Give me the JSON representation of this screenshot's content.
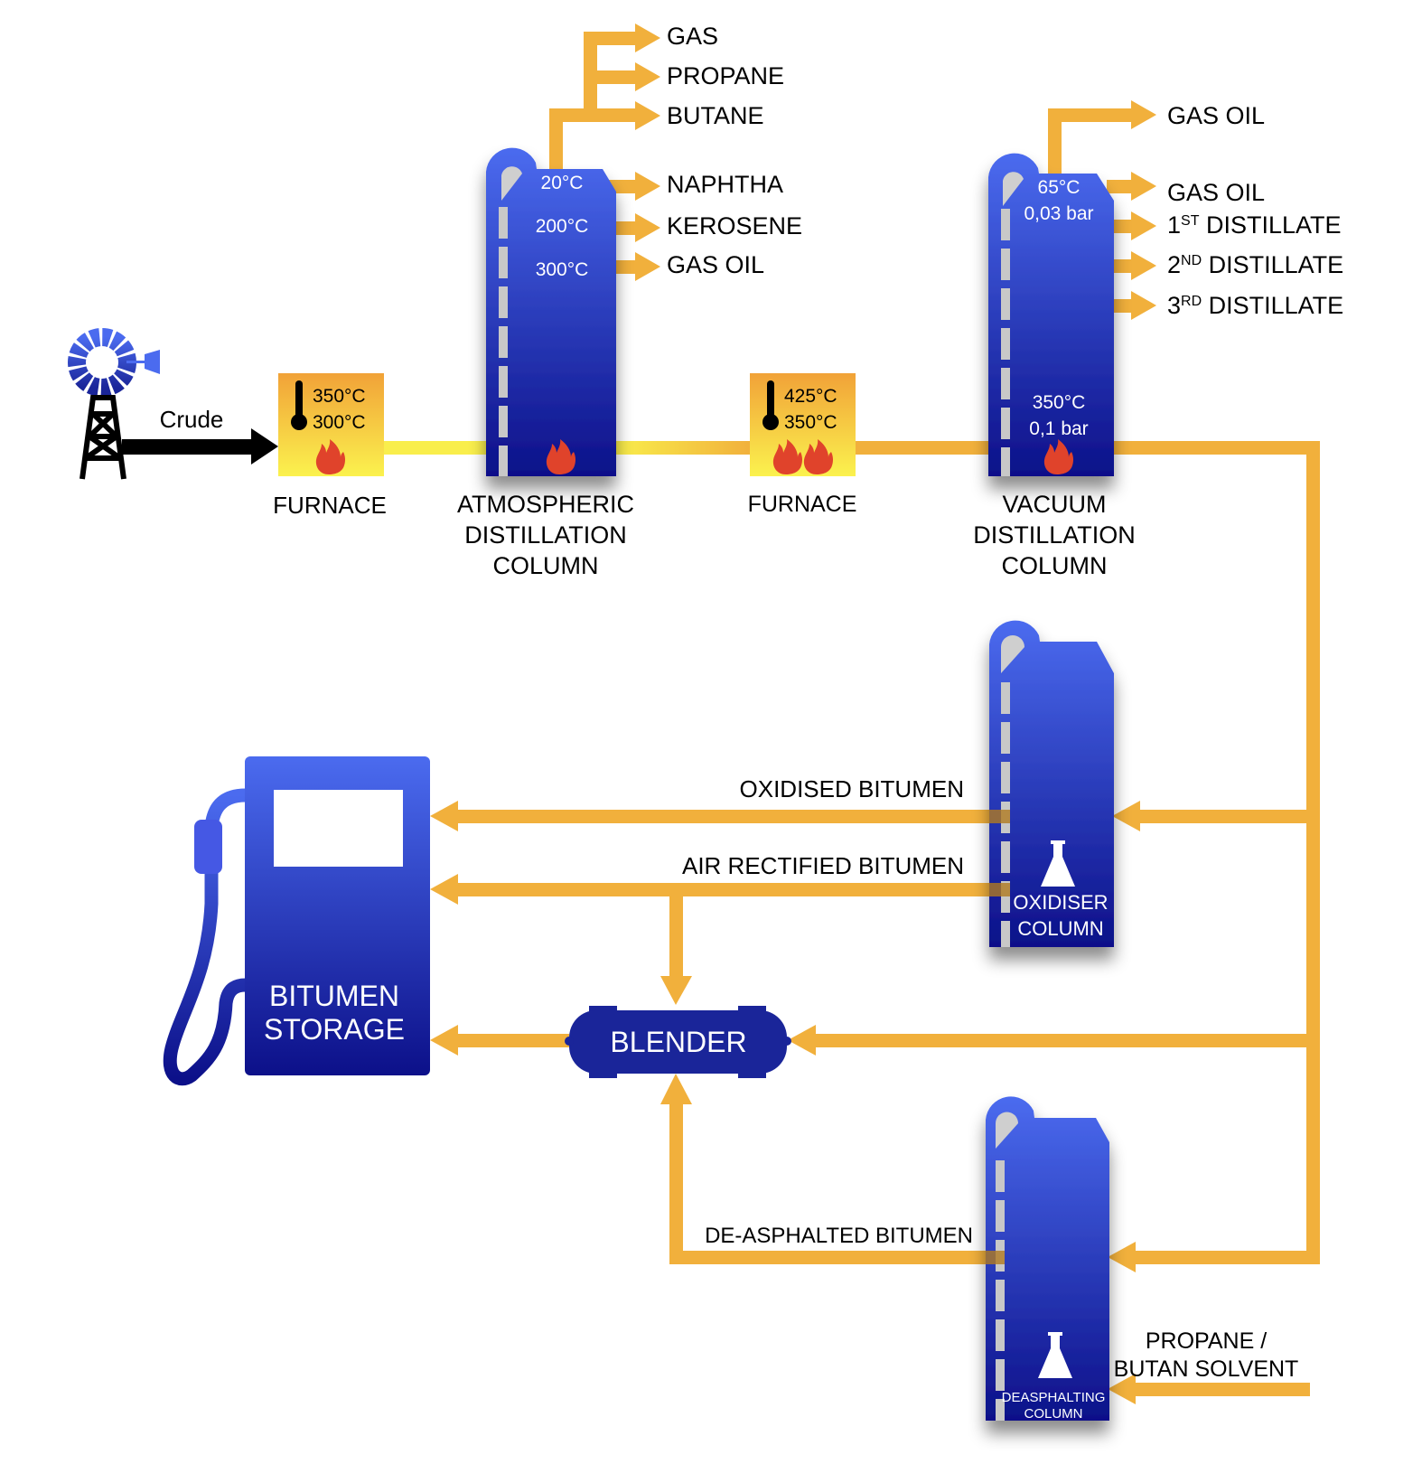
{
  "colors": {
    "flow": "#F1B03C",
    "flow_light": "#F9EE4C",
    "crude": "#000000",
    "column_top": "#4B6BEF",
    "column_bottom": "#0C1089",
    "blender": "#1A2599",
    "furnace_top": "#F1A238",
    "furnace_bottom": "#FBF24E",
    "flame": "#E0432B",
    "text": "#000000"
  },
  "crude": {
    "label": "Crude"
  },
  "furnace1": {
    "temp_high": "350°C",
    "temp_low": "300°C",
    "label": "FURNACE",
    "flames": 1
  },
  "atmospheric_column": {
    "label_lines": [
      "ATMOSPHERIC",
      "DISTILLATION",
      "COLUMN"
    ],
    "temps": [
      "20°C",
      "200°C",
      "300°C"
    ],
    "top_products": [
      "GAS",
      "PROPANE",
      "BUTANE"
    ],
    "side_products": [
      "NAPHTHA",
      "KEROSENE",
      "GAS OIL"
    ]
  },
  "furnace2": {
    "temp_high": "425°C",
    "temp_low": "350°C",
    "label": "FURNACE",
    "flames": 2
  },
  "vacuum_column": {
    "label_lines": [
      "VACUUM",
      "DISTILLATION",
      "COLUMN"
    ],
    "top_temp": "65°C",
    "top_pressure": "0,03 bar",
    "bottom_temp": "350°C",
    "bottom_pressure": "0,1 bar",
    "top_product": "GAS OIL",
    "side_products": [
      {
        "num": "",
        "sup": "",
        "text": "GAS OIL"
      },
      {
        "num": "1",
        "sup": "ST",
        "text": " DISTILLATE"
      },
      {
        "num": "2",
        "sup": "ND",
        "text": " DISTILLATE"
      },
      {
        "num": "3",
        "sup": "RD",
        "text": " DISTILLATE"
      }
    ]
  },
  "oxidiser_column": {
    "label_lines": [
      "OXIDISER",
      "COLUMN"
    ]
  },
  "deasphalting_column": {
    "label_lines": [
      "DEASPHALTING",
      "COLUMN"
    ]
  },
  "flows": {
    "oxidised_bitumen": "OXIDISED BITUMEN",
    "air_rectified_bitumen": "AIR RECTIFIED BITUMEN",
    "deasphalted_bitumen": "DE-ASPHALTED BITUMEN",
    "solvent_lines": [
      "PROPANE /",
      "BUTAN SOLVENT"
    ]
  },
  "blender": {
    "label": "BLENDER"
  },
  "bitumen_storage": {
    "label_lines": [
      "BITUMEN",
      "STORAGE"
    ]
  }
}
